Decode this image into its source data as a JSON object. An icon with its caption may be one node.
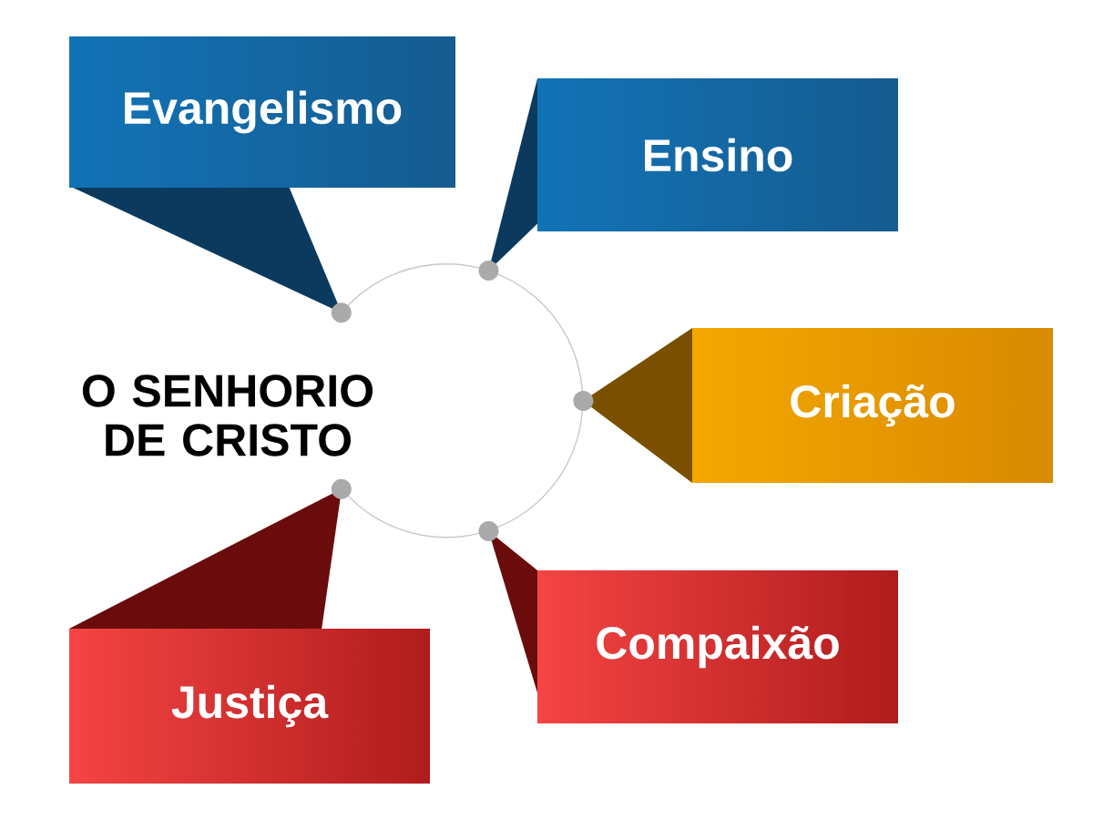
{
  "diagram": {
    "nodes": [
      {
        "text": [],
        "shape": "circle",
        "beside": [
          "O SENHORIO DE CRISTO"
        ]
      },
      {
        "text": [
          "Evangelismo"
        ]
      },
      {
        "text": [
          "Ensino"
        ]
      },
      {
        "text": [
          "Criação"
        ]
      },
      {
        "text": [
          "Compaixão"
        ]
      },
      {
        "text": [
          "Justiça"
        ]
      }
    ]
  }
}
